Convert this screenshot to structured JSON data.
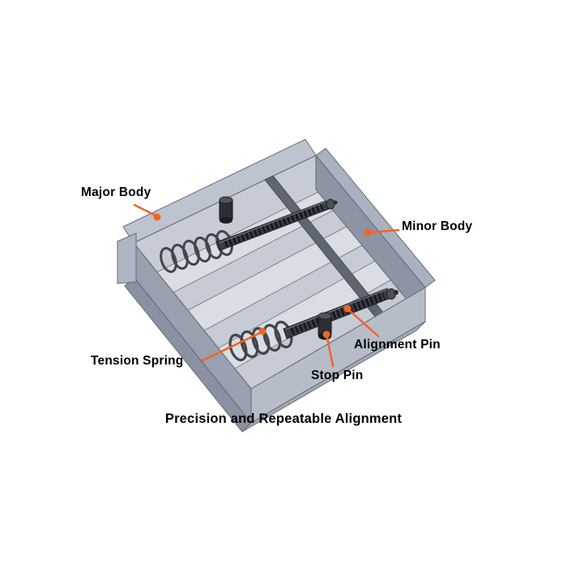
{
  "diagram": {
    "caption": "Precision and Repeatable Alignment",
    "parts": [
      {
        "id": "major-body",
        "label": "Major Body"
      },
      {
        "id": "minor-body",
        "label": "Minor Body"
      },
      {
        "id": "tension-spring",
        "label": "Tension Spring"
      },
      {
        "id": "alignment-pin",
        "label": "Alignment Pin"
      },
      {
        "id": "stop-pin",
        "label": "Stop Pin"
      }
    ],
    "colors": {
      "leader_orange": "#F26522",
      "body_gray_light": "#D9DDE4",
      "body_gray": "#C6CBD5",
      "body_gray_dark": "#8A92A1",
      "edge_gray": "#646B7A",
      "pin_dark": "#35383E",
      "background": "#FFFFFF"
    }
  }
}
